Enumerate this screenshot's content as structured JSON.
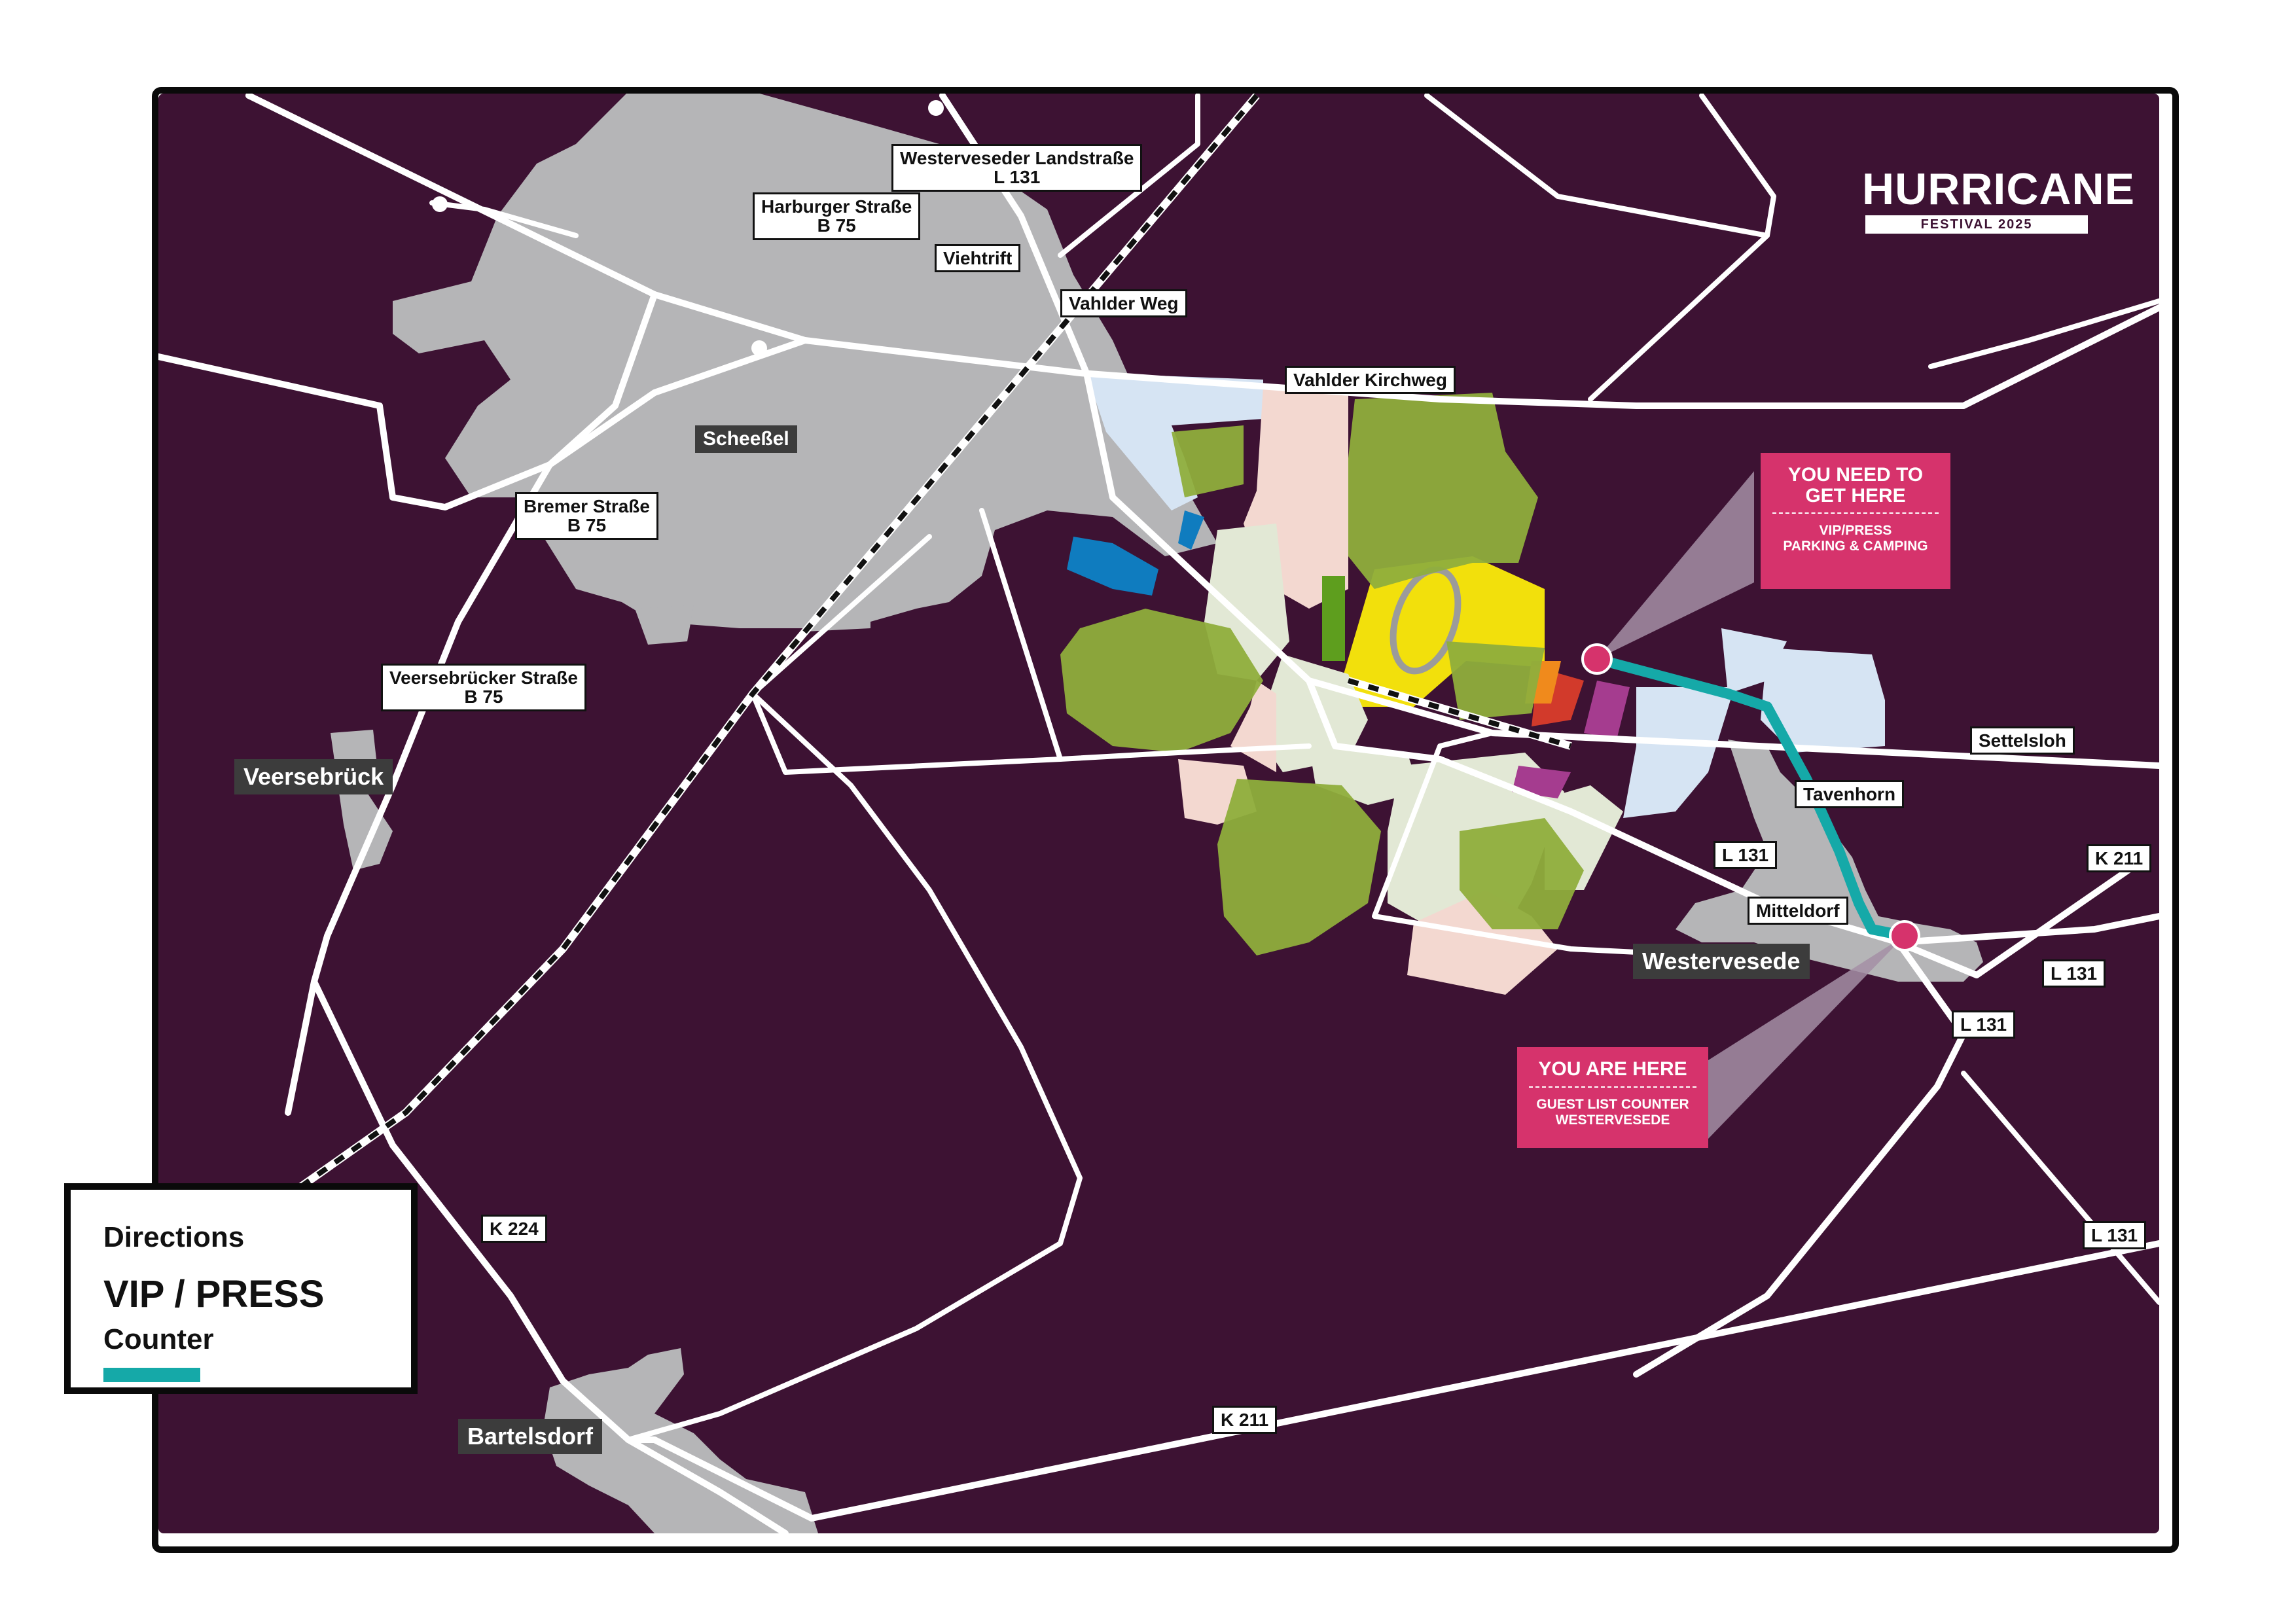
{
  "colors": {
    "background": "#3d1233",
    "roads": "#ffffff",
    "town": "#b5b5b7",
    "route": "#15a9a8",
    "marker": "#d6336c",
    "callout_bg": "#d6336c",
    "beam": "#a58fa6",
    "forest": "#8fae3c",
    "festival_yellow": "#f2e00c",
    "parking_light_blue": "#d6e4f3",
    "camping_pink": "#f3d8d0",
    "camping_green": "#e2e8d5",
    "area_blue": "#0f7cbf",
    "area_green": "#5e9e1e",
    "area_red": "#d23a2b",
    "area_orange": "#f08a1c",
    "area_purple": "#a53c8f"
  },
  "logo": {
    "title": "HURRICANE",
    "subtitle": "FESTIVAL 2025"
  },
  "road_labels": [
    {
      "line1": "Westerveseder Landstraße",
      "line2": "L 131"
    },
    {
      "line1": "Harburger Straße",
      "line2": "B 75"
    },
    {
      "line1": "Viehtrift",
      "line2": ""
    },
    {
      "line1": "Vahlder Weg",
      "line2": ""
    },
    {
      "line1": "Vahlder Kirchweg",
      "line2": ""
    },
    {
      "line1": "Bremer Straße",
      "line2": "B 75"
    },
    {
      "line1": "Veersebrücker Straße",
      "line2": "B 75"
    },
    {
      "line1": "Settelsloh",
      "line2": ""
    },
    {
      "line1": "Tavenhorn",
      "line2": ""
    },
    {
      "line1": "L 131",
      "line2": ""
    },
    {
      "line1": "Mitteldorf",
      "line2": ""
    },
    {
      "line1": "K 211",
      "line2": ""
    },
    {
      "line1": "L 131",
      "line2": ""
    },
    {
      "line1": "L 131",
      "line2": ""
    },
    {
      "line1": "L 131",
      "line2": ""
    },
    {
      "line1": "K 224",
      "line2": ""
    },
    {
      "line1": "K 211",
      "line2": ""
    }
  ],
  "places": {
    "scheessel": "Scheeßel",
    "veersebrueck": "Veersebrück",
    "westervesede": "Westervesede",
    "bartelsdorf": "Bartelsdorf"
  },
  "callouts": {
    "destination": {
      "head1": "YOU NEED TO",
      "head2": "GET HERE",
      "sub1": "VIP/PRESS",
      "sub2": "PARKING & CAMPING"
    },
    "current": {
      "head1": "YOU ARE HERE",
      "head2": "",
      "sub1": "GUEST LIST COUNTER",
      "sub2": "WESTERVESEDE"
    }
  },
  "legend": {
    "title": "Directions",
    "heading": "VIP / PRESS",
    "subheading": "Counter"
  }
}
